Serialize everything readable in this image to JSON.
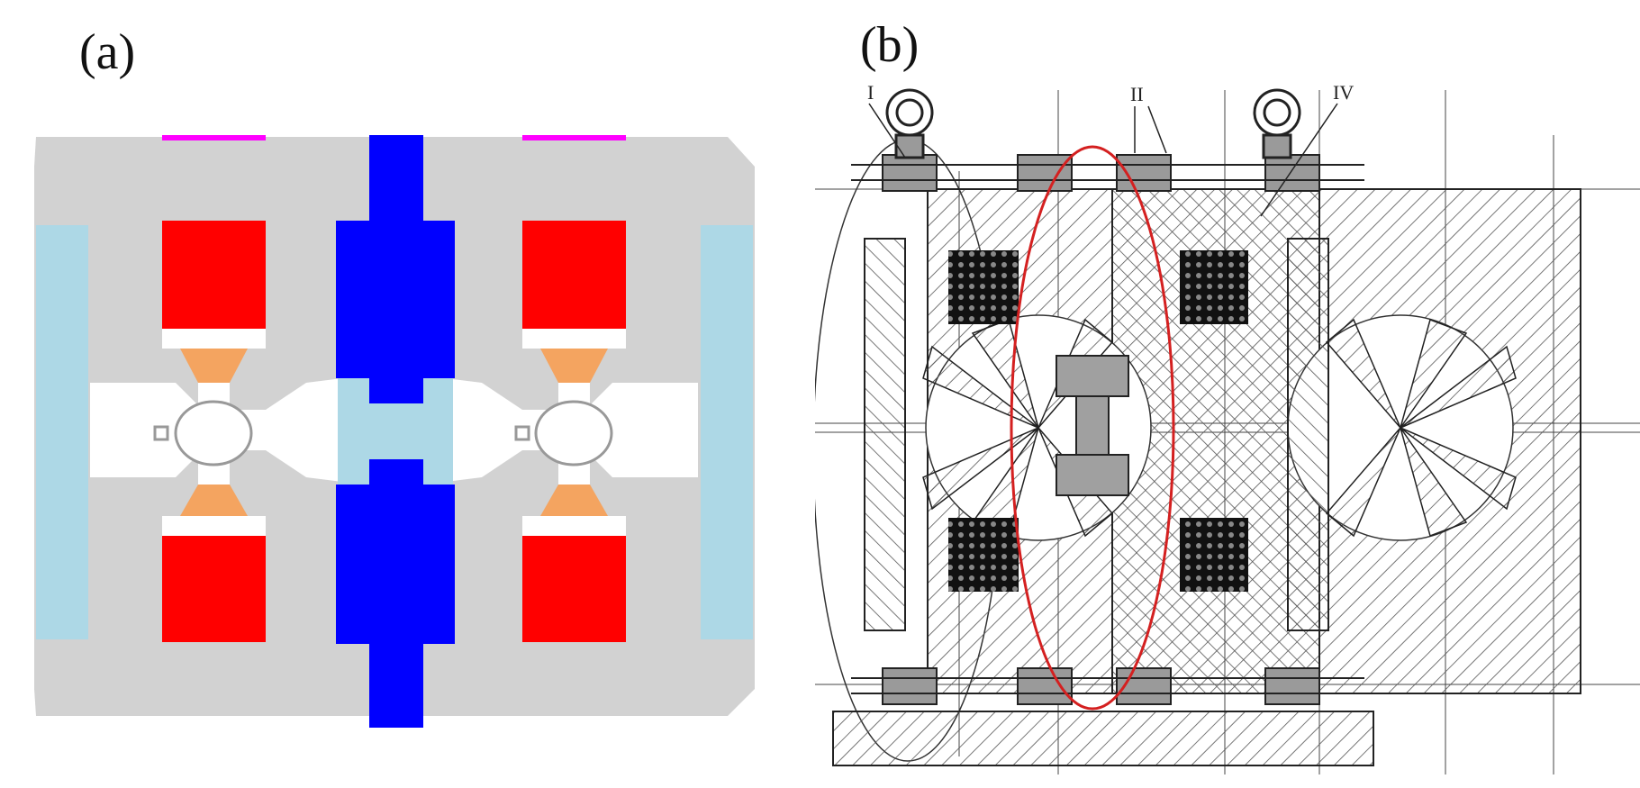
{
  "panels": {
    "a": {
      "label": "(a)"
    },
    "b": {
      "label": "(b)"
    }
  },
  "annotations": {
    "roman_1": "I",
    "roman_2": "II",
    "roman_4": "IV"
  },
  "colors": {
    "yoke_gray": "#d2d2d2",
    "light_blue": "#add8e6",
    "coil_red": "#ff0000",
    "pole_orange": "#f4a460",
    "center_blue": "#0000ff",
    "shim_magenta": "#ff00ff",
    "drawing_line": "#333333",
    "highlight_red": "#d42020"
  }
}
